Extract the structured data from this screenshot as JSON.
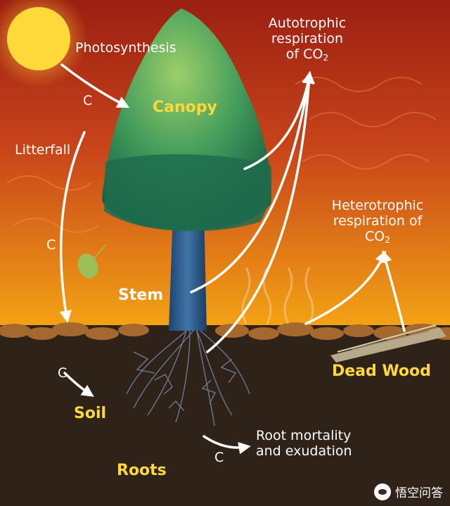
{
  "labels": {
    "photosynthesis": "Photosynthesis",
    "canopy": "Canopy",
    "autotrophic_line1": "Autotrophic",
    "autotrophic_line2": "respiration",
    "autotrophic_line3": "of CO",
    "co2_subscript": "2",
    "litterfall": "Litterfall",
    "heterotrophic_line1": "Heterotrophic",
    "heterotrophic_line2": "respiration of",
    "heterotrophic_line3": "CO",
    "stem": "Stem",
    "dead_wood": "Dead Wood",
    "soil": "Soil",
    "roots": "Roots",
    "root_mortality_line1": "Root mortality",
    "root_mortality_line2": "and exudation",
    "carbon": "C"
  },
  "watermark": "悟空问答",
  "colors": {
    "sky_top": "#9b1f12",
    "sky_bottom": "#f2a012",
    "soil": "#2e2219",
    "label_yellow": "#ffd83a",
    "arrow": "#ffffff",
    "canopy_dark": "#1d6a4a",
    "canopy_light": "#7fc25a",
    "trunk": "#2f5d8f"
  }
}
